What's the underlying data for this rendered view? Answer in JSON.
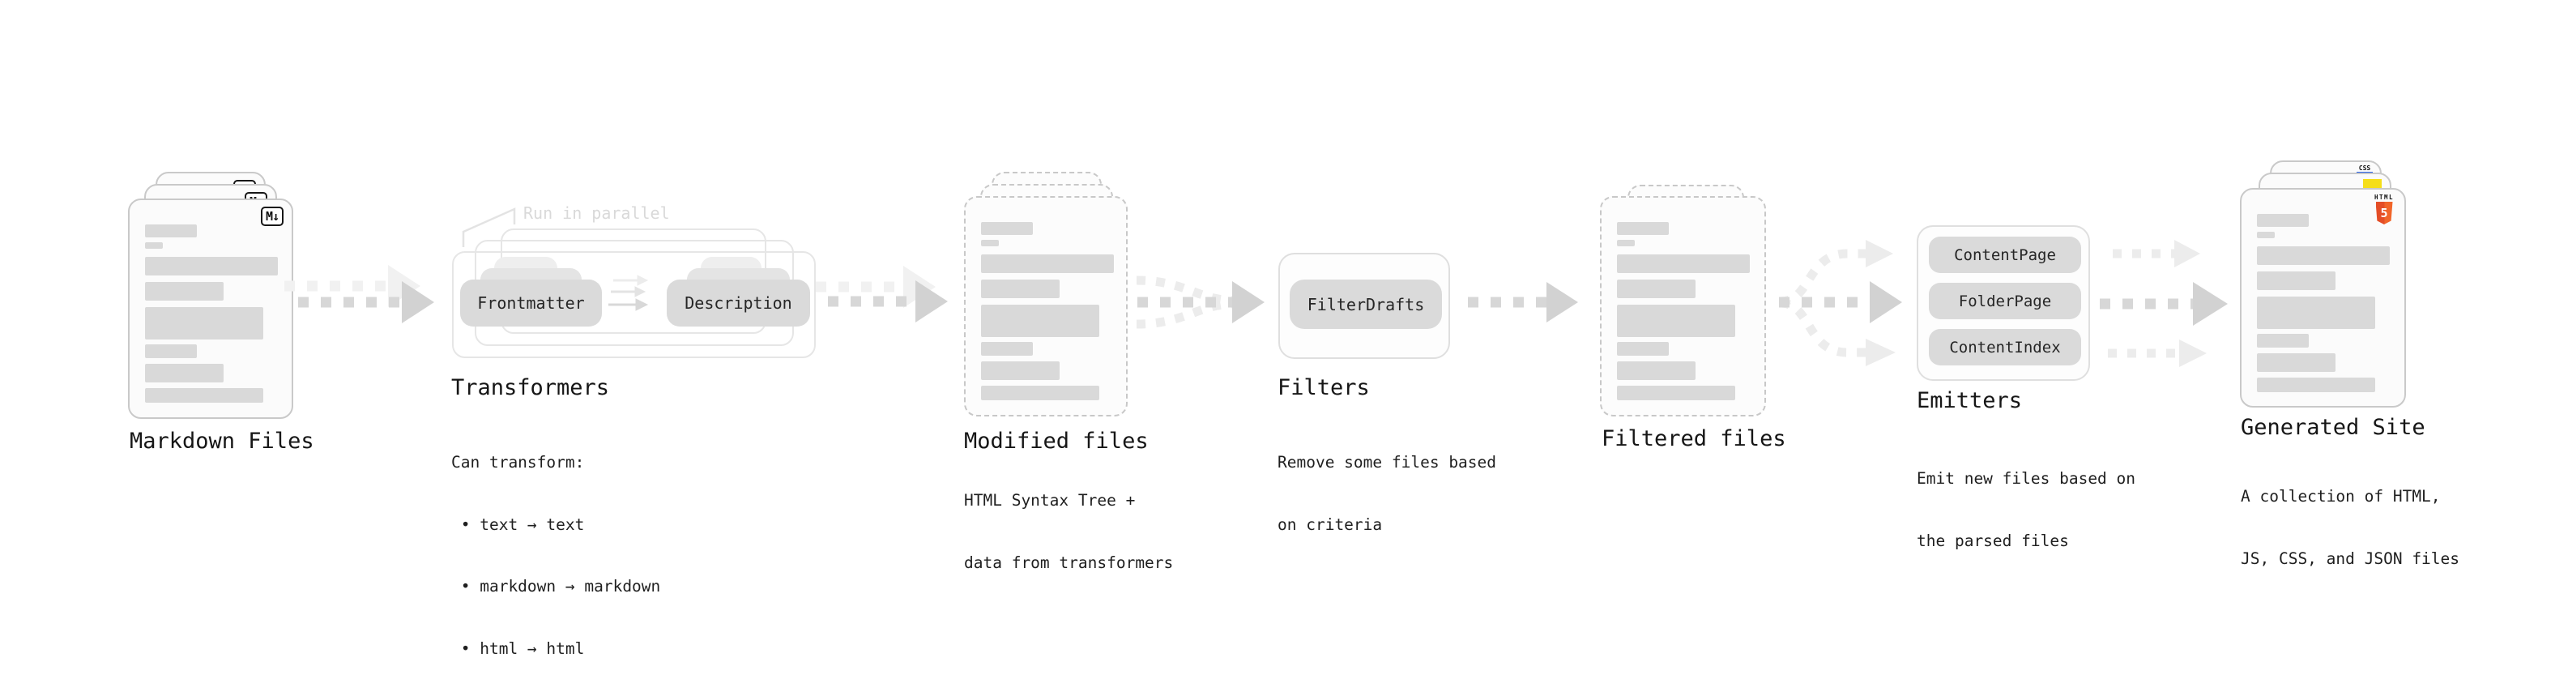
{
  "stages": {
    "markdown_files": {
      "title": "Markdown Files",
      "icon": "M↓"
    },
    "transformers": {
      "title": "Transformers",
      "parallel_note": "Run in parallel",
      "pills": [
        "Frontmatter",
        "Description"
      ],
      "desc": [
        "Can transform:",
        " • text → text",
        " • markdown → markdown",
        " • html → html"
      ]
    },
    "modified_files": {
      "title": "Modified files",
      "desc": [
        "HTML Syntax Tree +",
        "data from transformers"
      ]
    },
    "filters": {
      "title": "Filters",
      "pills": [
        "FilterDrafts"
      ],
      "desc": [
        "Remove some files based",
        "on criteria"
      ]
    },
    "filtered_files": {
      "title": "Filtered files"
    },
    "emitters": {
      "title": "Emitters",
      "pills": [
        "ContentPage",
        "FolderPage",
        "ContentIndex"
      ],
      "desc": [
        "Emit new files based on",
        "the parsed files"
      ]
    },
    "generated_site": {
      "title": "Generated Site",
      "desc": [
        "A collection of HTML,",
        "JS, CSS, and JSON files"
      ],
      "badges": {
        "css": "CSS",
        "html5_label": "HTML",
        "html5_number": "5"
      }
    }
  },
  "colors": {
    "js_badge": "#f5de19",
    "css_badge_bar": "#2760e6",
    "html5_shield": "#e44d26",
    "pill_bg": "#dadada",
    "bar_fill": "#d9d9d9",
    "arrow_main": "#d7d7d7",
    "arrow_ghost": "#f1f1f1"
  }
}
